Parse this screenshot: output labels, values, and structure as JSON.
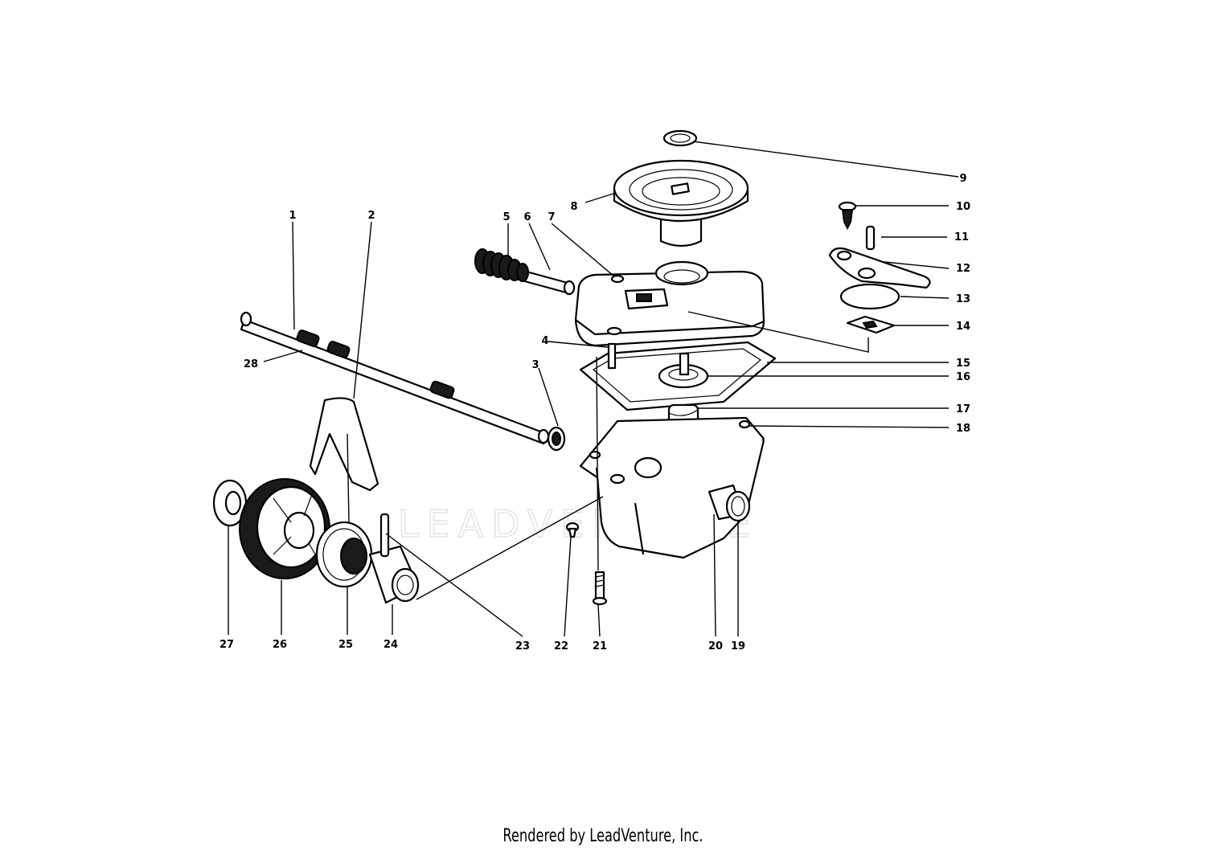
{
  "diagram": {
    "watermark": "LEADVENTURE",
    "callouts": [
      "1",
      "2",
      "3",
      "4",
      "5",
      "6",
      "7",
      "8",
      "9",
      "10",
      "11",
      "12",
      "13",
      "14",
      "15",
      "16",
      "17",
      "18",
      "19",
      "20",
      "21",
      "22",
      "23",
      "24",
      "25",
      "26",
      "27",
      "28"
    ]
  },
  "footer": {
    "text": "Rendered by LeadVenture, Inc."
  }
}
